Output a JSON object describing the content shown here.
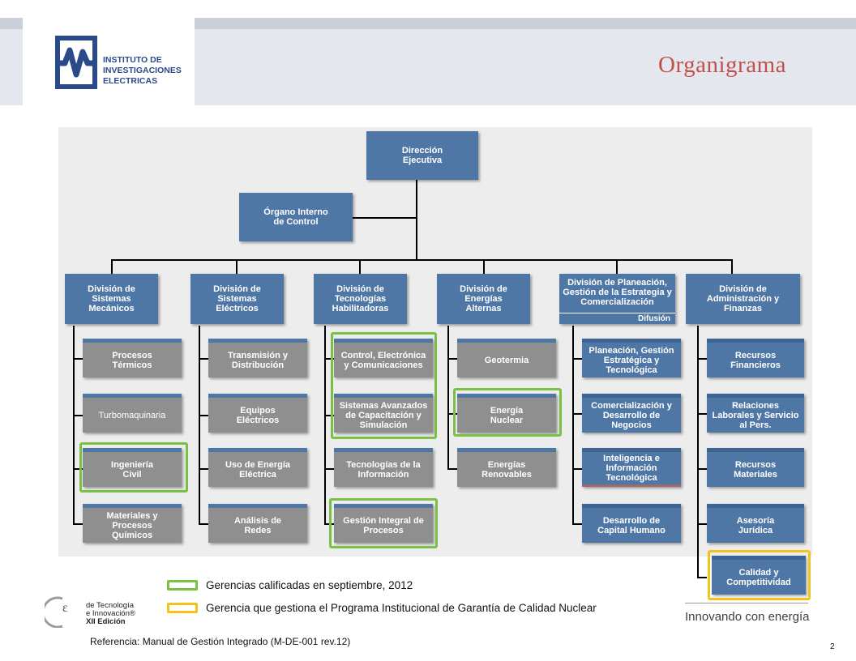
{
  "header": {
    "logo_lines": [
      "INSTITUTO DE",
      "INVESTIGACIONES",
      "ELECTRICAS"
    ],
    "title": "Organigrama"
  },
  "colors": {
    "box_blue": "#4f77a6",
    "box_gray": "#8f8f8f",
    "green_highlight": "#7ac143",
    "yellow_highlight": "#f2c31b",
    "title_red": "#c0504d"
  },
  "org": {
    "top": "Dirección Ejecutiva",
    "control": "Órgano Interno de Control",
    "divisions": [
      {
        "name": "División de Sistemas Mecánicos",
        "units": [
          "Procesos Térmicos",
          "Turbomaquinaria",
          "Ingeniería Civil",
          "Materiales y Procesos Químicos"
        ]
      },
      {
        "name": "División de Sistemas Eléctricos",
        "units": [
          "Transmisión y Distribución",
          "Equipos Eléctricos",
          "Uso de Energía Eléctrica",
          "Análisis de Redes"
        ]
      },
      {
        "name": "División de Tecnologías Habilitadoras",
        "units": [
          "Control, Electrónica y Comunicaciones",
          "Sistemas Avanzados de Capacitación y Simulación",
          "Tecnologías de la Información",
          "Gestión Integral de Procesos"
        ]
      },
      {
        "name": "División de Energías Alternas",
        "units": [
          "Geotermia",
          "Energía Nuclear",
          "Energías Renovables"
        ]
      },
      {
        "name": "División de Planeación, Gestión de la Estrategia y Comercialización",
        "sub": "Difusión",
        "units": [
          "Planeación, Gestión Estratégica y Tecnológica",
          "Comercialización y Desarrollo de Negocios",
          "Inteligencia e Información Tecnológica",
          "Desarrollo de Capital Humano"
        ]
      },
      {
        "name": "División de Administración y Finanzas",
        "units": [
          "Recursos Financieros",
          "Relaciones Laborales y Servicio al Pers.",
          "Recursos Materiales",
          "Asesoría Jurídica",
          "Calidad y Competitividad"
        ]
      }
    ]
  },
  "legend": {
    "green": "Gerencias calificadas en septiembre, 2012",
    "yellow": "Gerencia que gestiona el Programa Institucional de Garantía de Calidad Nuclear"
  },
  "footer": {
    "premio_lines": [
      "de Tecnología",
      "e Innovación®",
      "XII Edición"
    ],
    "tagline": "Innovando con energía",
    "reference": "Referencia: Manual de Gestión Integrado  (M-DE-001 rev.12)",
    "page_number": "2"
  }
}
